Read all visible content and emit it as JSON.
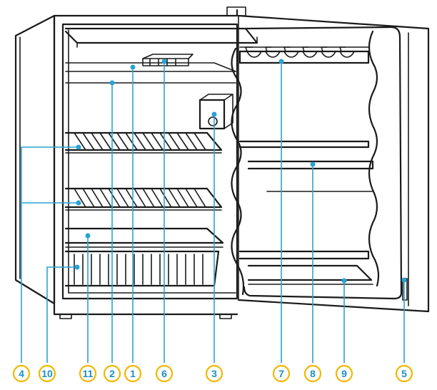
{
  "callouts": [
    {
      "id": "c1",
      "label": "1"
    },
    {
      "id": "c2",
      "label": "2"
    },
    {
      "id": "c3",
      "label": "3"
    },
    {
      "id": "c4",
      "label": "4"
    },
    {
      "id": "c5",
      "label": "5"
    },
    {
      "id": "c6",
      "label": "6"
    },
    {
      "id": "c7",
      "label": "7"
    },
    {
      "id": "c8",
      "label": "8"
    },
    {
      "id": "c9",
      "label": "9"
    },
    {
      "id": "c10",
      "label": "10"
    },
    {
      "id": "c11",
      "label": "11"
    }
  ],
  "colors": {
    "outline": "#1a1a1a",
    "leader": "#2aa3d4",
    "callout_ring": "#f0b800",
    "callout_text": "#1d8fc2"
  }
}
